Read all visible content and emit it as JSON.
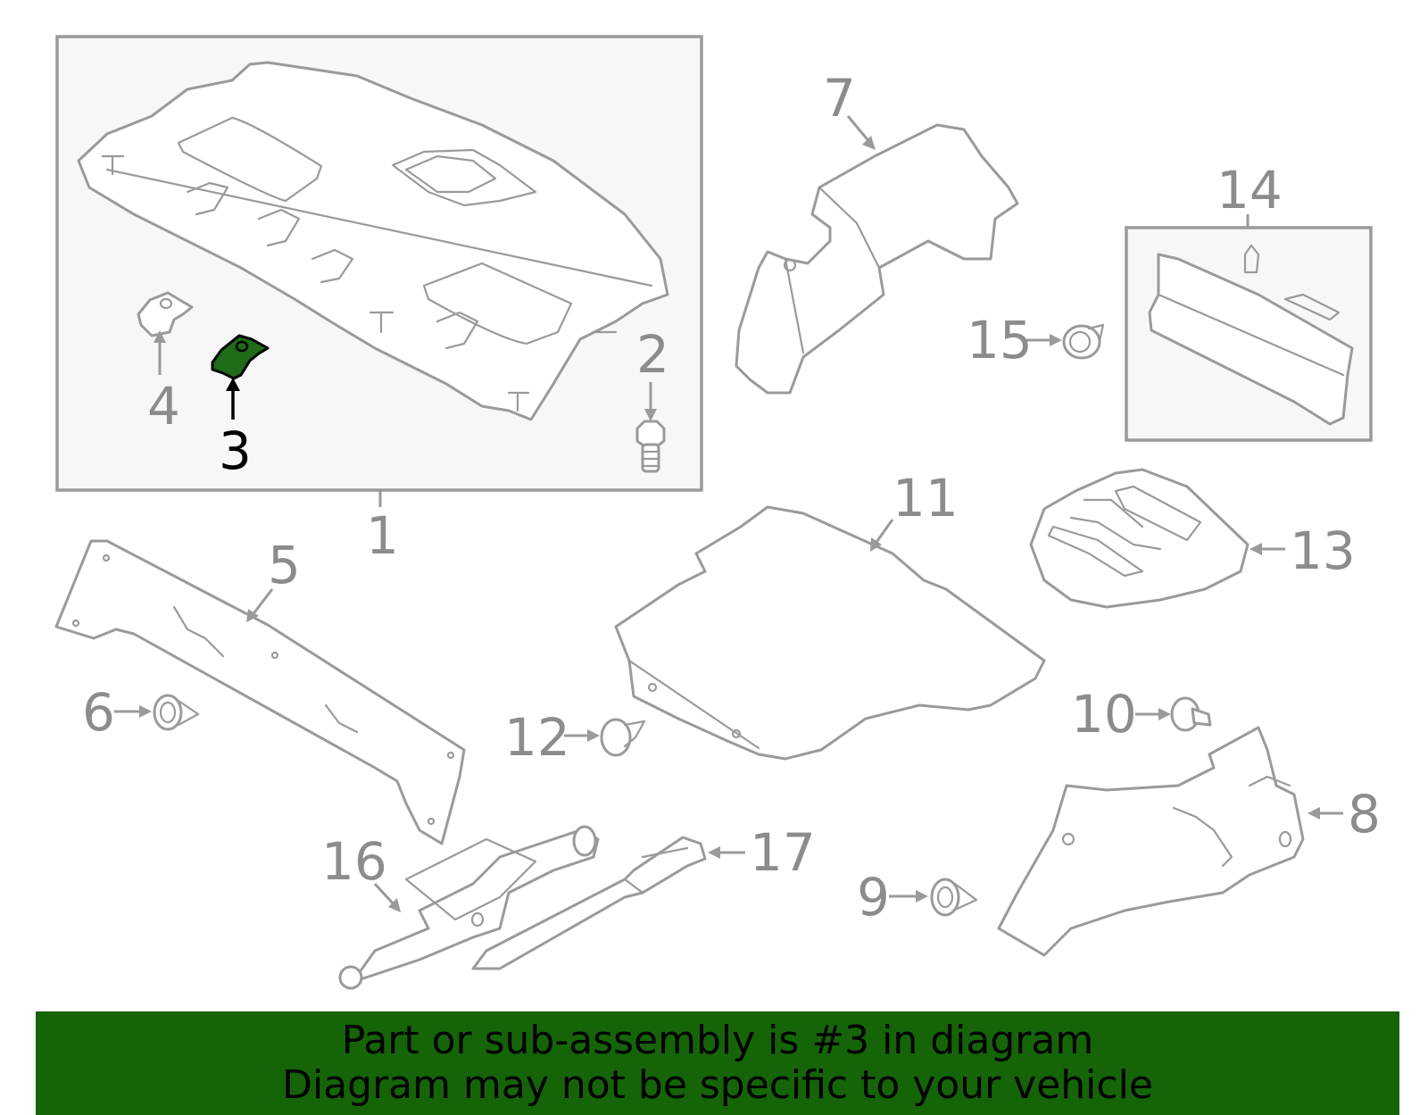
{
  "colors": {
    "highlight_part": "#1f6b17",
    "banner_background": "#156408",
    "line_art": "#9a9a9a",
    "callout_text": "#8c8c8c",
    "highlight_callout": "#000000"
  },
  "callouts": {
    "c1": "1",
    "c2": "2",
    "c3": "3",
    "c4": "4",
    "c5": "5",
    "c6": "6",
    "c7": "7",
    "c8": "8",
    "c9": "9",
    "c10": "10",
    "c11": "11",
    "c12": "12",
    "c13": "13",
    "c14": "14",
    "c15": "15",
    "c16": "16",
    "c17": "17"
  },
  "highlighted_callout": "3",
  "banner": {
    "line1": "Part or sub-assembly is #3 in diagram",
    "line2": "Diagram may not be specific to your vehicle"
  }
}
